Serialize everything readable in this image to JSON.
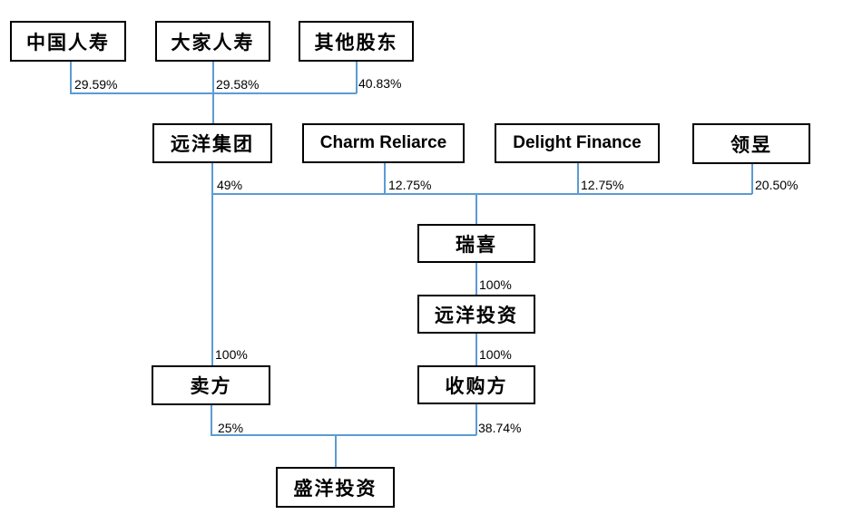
{
  "diagram": {
    "type": "ownership-structure-chart",
    "background_color": "#ffffff",
    "line_color": "#5b9bd5",
    "box_border_color": "#000000",
    "nodes": {
      "china_life": {
        "label": "中国人寿"
      },
      "dajia_life": {
        "label": "大家人寿"
      },
      "other_shareholders": {
        "label": "其他股东"
      },
      "sino_ocean_group": {
        "label": "远洋集团"
      },
      "charm_reliarce": {
        "label": "Charm Reliarce"
      },
      "delight_finance": {
        "label": "Delight Finance"
      },
      "lingyu": {
        "label": "领昱"
      },
      "ruixi": {
        "label": "瑞喜"
      },
      "sino_ocean_investment": {
        "label": "远洋投资"
      },
      "seller": {
        "label": "卖方"
      },
      "acquirer": {
        "label": "收购方"
      },
      "shengyang_investment": {
        "label": "盛洋投资"
      }
    },
    "edge_labels": {
      "china_life_to_sino_ocean_group": "29.59%",
      "dajia_life_to_sino_ocean_group": "29.58%",
      "other_shareholders_to_sino_ocean_group": "40.83%",
      "sino_ocean_group_to_ruixi": "49%",
      "charm_reliarce_to_ruixi": "12.75%",
      "delight_finance_to_ruixi": "12.75%",
      "lingyu_to_ruixi": "20.50%",
      "ruixi_to_sino_ocean_investment": "100%",
      "sino_ocean_investment_to_acquirer": "100%",
      "sino_ocean_group_to_seller": "100%",
      "seller_to_shengyang_investment": "25%",
      "acquirer_to_shengyang_investment": "38.74%"
    }
  }
}
